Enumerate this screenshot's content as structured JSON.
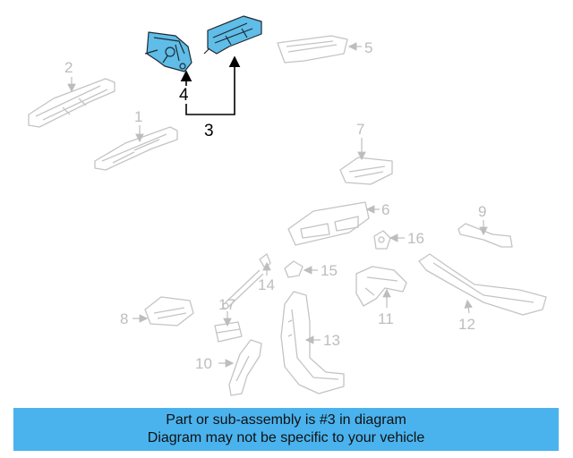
{
  "callouts": {
    "n1": "1",
    "n2": "2",
    "n3": "3",
    "n4": "4",
    "n5": "5",
    "n6": "6",
    "n7": "7",
    "n8": "8",
    "n9": "9",
    "n10": "10",
    "n11": "11",
    "n12": "12",
    "n13": "13",
    "n14": "14",
    "n15": "15",
    "n16": "16",
    "n17": "17"
  },
  "banner": {
    "line1": "Part or sub-assembly is #3 in diagram",
    "line2": "Diagram may not be specific to your vehicle"
  },
  "colors": {
    "highlight": "#5fbde8",
    "banner": "#4ab3ee",
    "part_outline": "#c4c4c4"
  }
}
